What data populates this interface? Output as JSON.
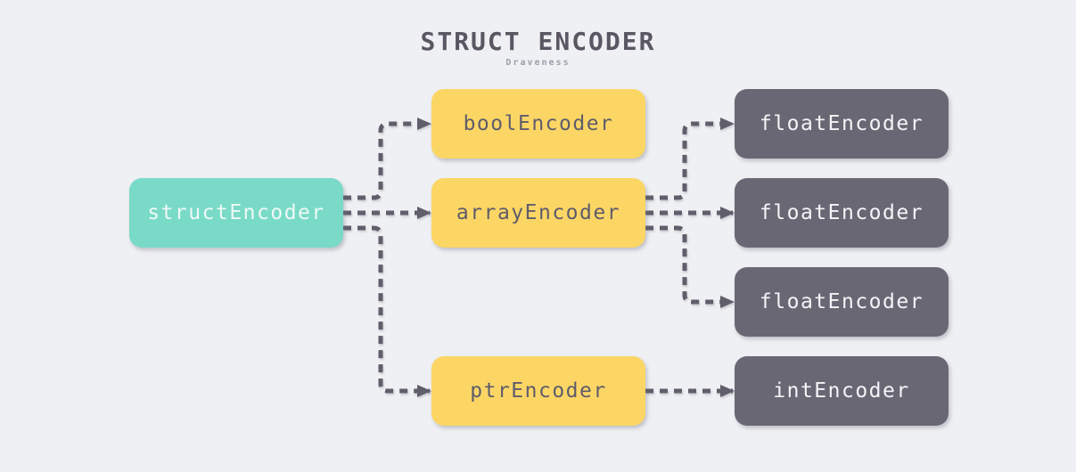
{
  "title": "STRUCT ENCODER",
  "subtitle": "Draveness",
  "colors": {
    "background": "#eef0f3",
    "node_teal": "#79dac7",
    "node_yellow": "#fcd665",
    "node_dark": "#6a6774",
    "text_on_teal": "#eef9f6",
    "text_on_yellow": "#5f5c6b",
    "text_on_dark": "#f4f3f6",
    "arrow": "#615e6b",
    "title": "#5a5763",
    "subtitle": "#9aa0aa"
  },
  "nodes": [
    {
      "id": "structEncoder",
      "label": "structEncoder",
      "variant": "teal"
    },
    {
      "id": "boolEncoder",
      "label": "boolEncoder",
      "variant": "yellow"
    },
    {
      "id": "arrayEncoder",
      "label": "arrayEncoder",
      "variant": "yellow"
    },
    {
      "id": "ptrEncoder",
      "label": "ptrEncoder",
      "variant": "yellow"
    },
    {
      "id": "floatEncoder1",
      "label": "floatEncoder",
      "variant": "dark"
    },
    {
      "id": "floatEncoder2",
      "label": "floatEncoder",
      "variant": "dark"
    },
    {
      "id": "floatEncoder3",
      "label": "floatEncoder",
      "variant": "dark"
    },
    {
      "id": "intEncoder",
      "label": "intEncoder",
      "variant": "dark"
    }
  ],
  "edges": [
    {
      "from": "structEncoder",
      "to": "boolEncoder"
    },
    {
      "from": "structEncoder",
      "to": "arrayEncoder"
    },
    {
      "from": "structEncoder",
      "to": "ptrEncoder"
    },
    {
      "from": "arrayEncoder",
      "to": "floatEncoder1"
    },
    {
      "from": "arrayEncoder",
      "to": "floatEncoder2"
    },
    {
      "from": "arrayEncoder",
      "to": "floatEncoder3"
    },
    {
      "from": "ptrEncoder",
      "to": "intEncoder"
    }
  ]
}
